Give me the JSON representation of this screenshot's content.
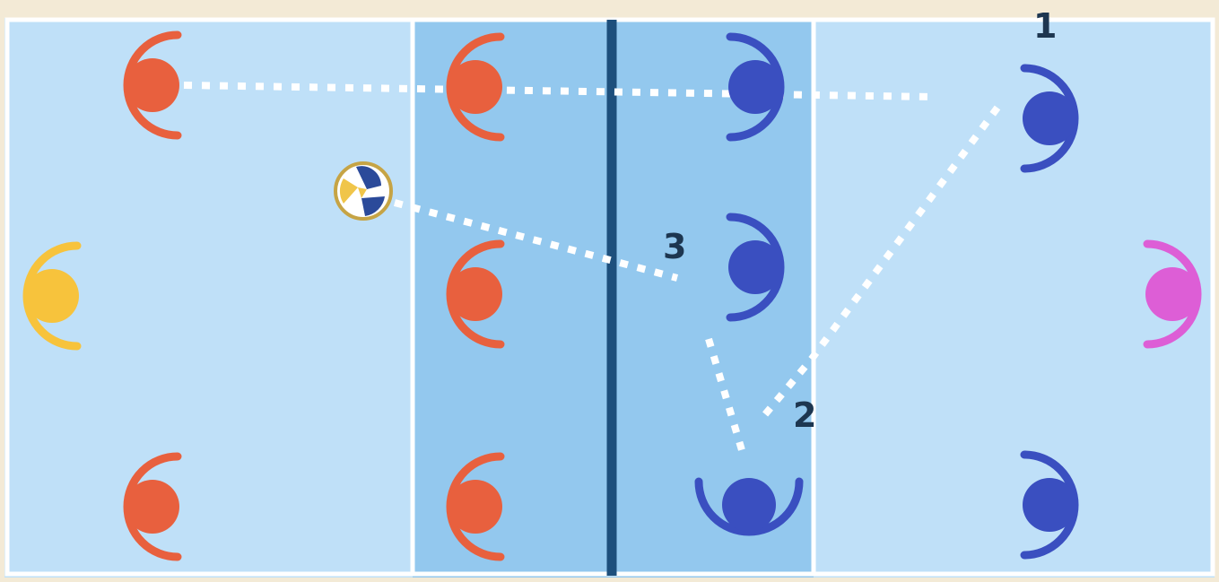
{
  "colors": {
    "court_light": "#bfe0f8",
    "attack_zone": "#93c8ee",
    "court_lines": "#ffffff",
    "net": "#1d4f7c",
    "background": "#f3ead6",
    "team_left": "#e8603e",
    "team_right": "#3a4fc0",
    "libero_left": "#f7c33c",
    "libero_right": "#dd5ed6",
    "dotted_path": "#ffffff",
    "number_text": "#1d3650"
  },
  "players": [
    {
      "team": "left",
      "role": "player",
      "facing": "right"
    },
    {
      "team": "left",
      "role": "player",
      "facing": "right"
    },
    {
      "team": "left",
      "role": "player",
      "facing": "right"
    },
    {
      "team": "left",
      "role": "player",
      "facing": "right"
    },
    {
      "team": "left",
      "role": "player",
      "facing": "right"
    },
    {
      "team": "left",
      "role": "libero",
      "facing": "right"
    },
    {
      "team": "right",
      "role": "player",
      "facing": "left"
    },
    {
      "team": "right",
      "role": "player",
      "facing": "left"
    },
    {
      "team": "right",
      "role": "player",
      "facing": "left"
    },
    {
      "team": "right",
      "role": "player",
      "facing": "up"
    },
    {
      "team": "right",
      "role": "player",
      "facing": "left"
    },
    {
      "team": "right",
      "role": "libero",
      "facing": "left"
    }
  ],
  "ball": {
    "icon": "volleyball-icon"
  },
  "touch_labels": {
    "first": "1",
    "second": "2",
    "third": "3"
  }
}
